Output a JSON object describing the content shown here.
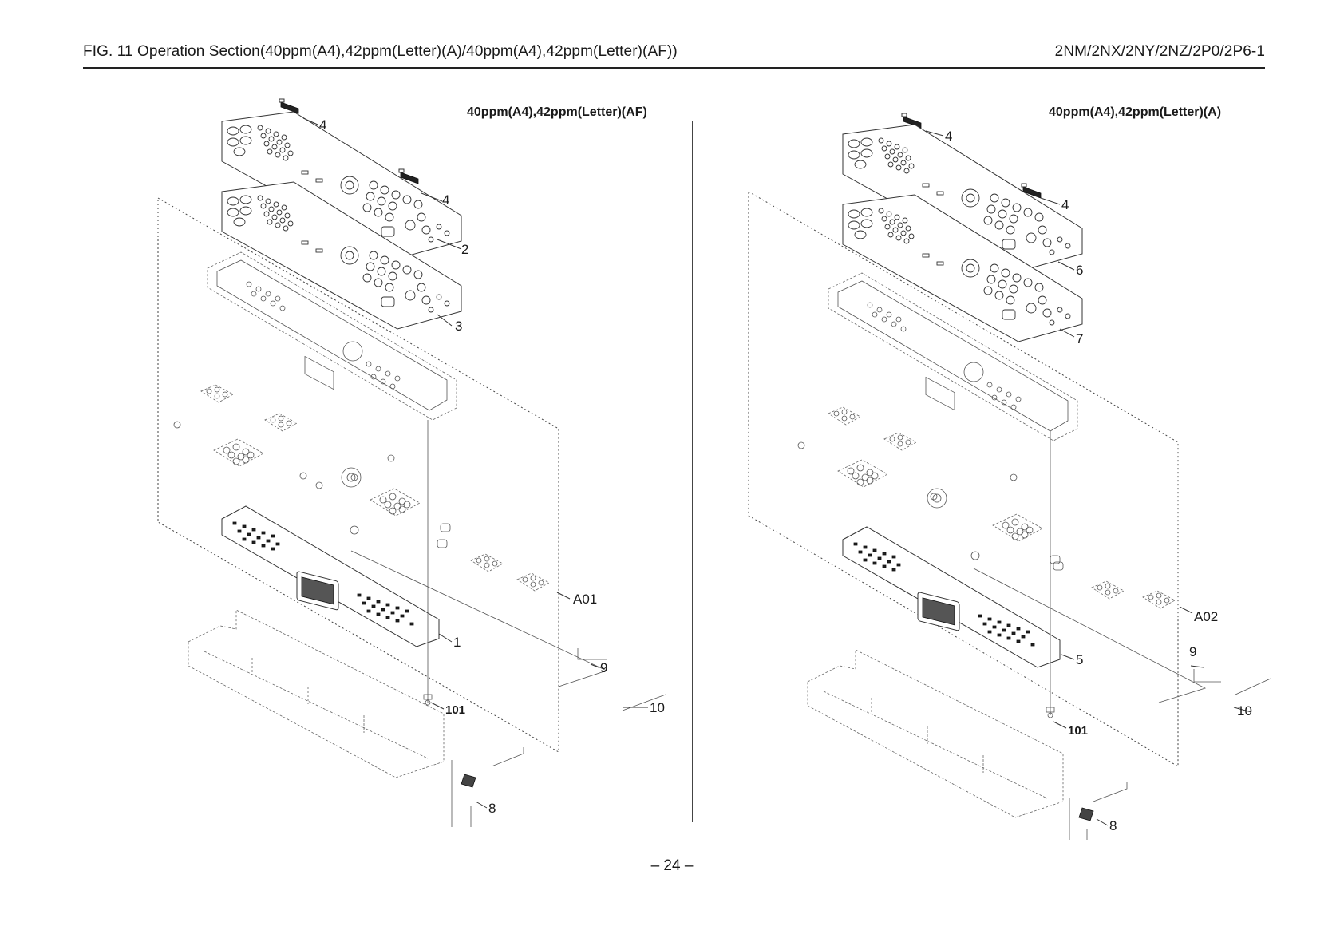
{
  "header": {
    "title": "FIG. 11  Operation Section(40ppm(A4),42ppm(Letter)(A)/40ppm(A4),42ppm(Letter)(AF))",
    "model_codes": "2NM/2NX/2NY/2NZ/2P0/2P6-1"
  },
  "variants": {
    "left": "40ppm(A4),42ppm(Letter)(AF)",
    "right": "40ppm(A4),42ppm(Letter)(A)"
  },
  "callouts": {
    "left": [
      "4",
      "4",
      "2",
      "3",
      "A01",
      "1",
      "9",
      "101",
      "10",
      "8"
    ],
    "right": [
      "4",
      "4",
      "6",
      "7",
      "A02",
      "5",
      "9",
      "10",
      "101",
      "8"
    ]
  },
  "page_number": "– 24 –"
}
